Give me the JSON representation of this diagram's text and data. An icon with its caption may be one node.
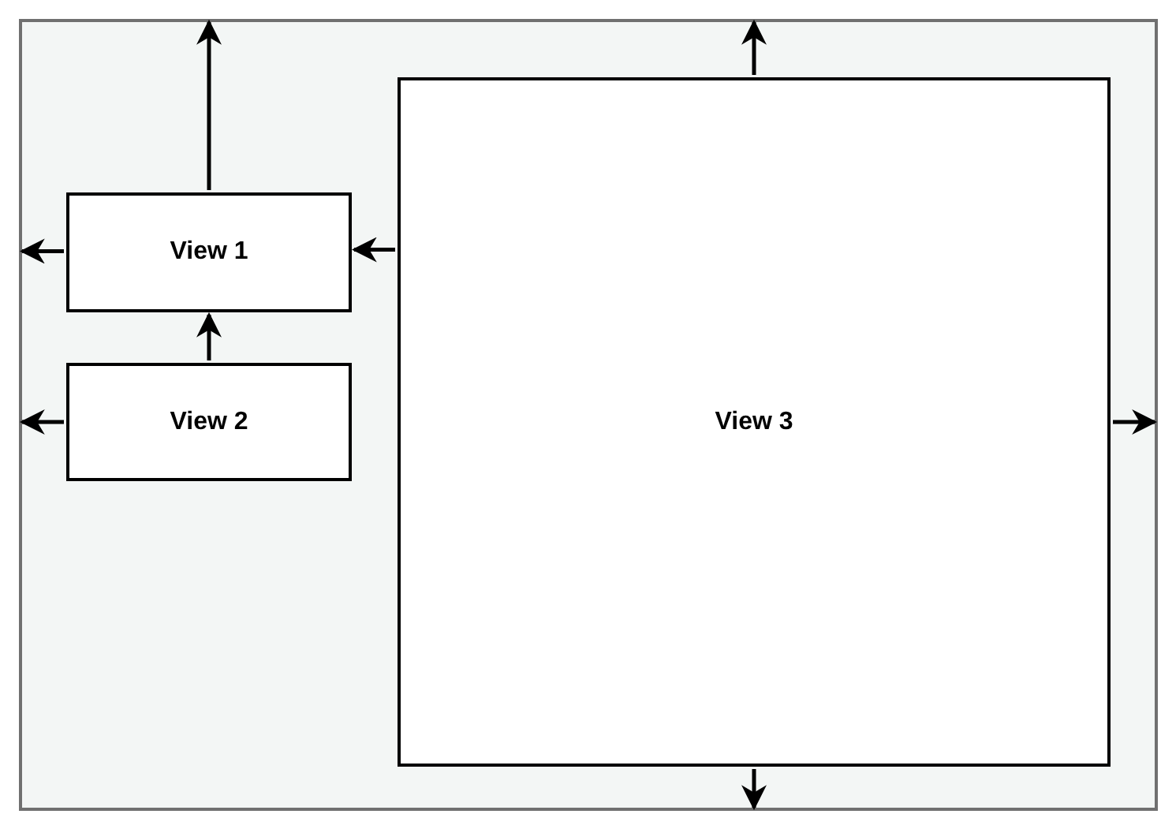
{
  "diagram": {
    "nodes": [
      {
        "text": [],
        "shape": "box"
      },
      {
        "text": [
          "View 1"
        ],
        "in": 0
      },
      {
        "text": [
          "View 2"
        ],
        "in": 0
      },
      {
        "text": [
          "View 3"
        ],
        "in": 0
      }
    ],
    "edges": [
      {
        "from": 1,
        "to": 0,
        "arrow": "to"
      },
      {
        "from": 1,
        "to": 0,
        "arrow": "to"
      },
      {
        "from": 2,
        "to": 1,
        "arrow": "to"
      },
      {
        "from": 2,
        "to": 0,
        "arrow": "to"
      },
      {
        "from": 3,
        "to": 1,
        "arrow": "to"
      },
      {
        "from": 3,
        "to": 0,
        "arrow": "to"
      },
      {
        "from": 3,
        "to": 0,
        "arrow": "to"
      },
      {
        "from": 3,
        "to": 0,
        "arrow": "to"
      }
    ]
  }
}
